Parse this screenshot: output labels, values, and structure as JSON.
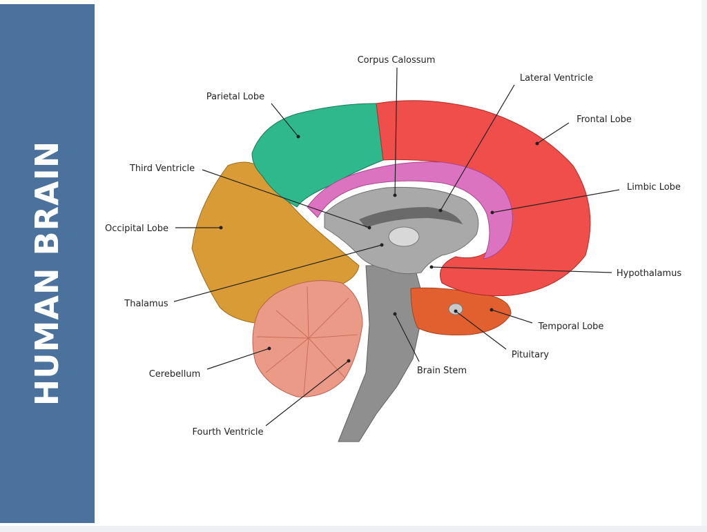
{
  "sidebar": {
    "title": "HUMAN BRAIN"
  },
  "colors": {
    "sidebar": "#4b729c",
    "frontal_lobe": "#ef4e4a",
    "parietal_lobe": "#2fb88c",
    "occipital_lobe": "#d99b36",
    "temporal_lobe": "#e2602f",
    "limbic_lobe": "#dc73c0",
    "cerebellum": "#ec9a88",
    "brain_stem": "#8f8f8f"
  },
  "labels": {
    "corpus_callosum": "Corpus Calossum",
    "lateral_ventricle": "Lateral Ventricle",
    "parietal_lobe": "Parietal Lobe",
    "frontal_lobe": "Frontal Lobe",
    "third_ventricle": "Third Ventricle",
    "limbic_lobe": "Limbic Lobe",
    "occipital_lobe": "Occipital Lobe",
    "hypothalamus": "Hypothalamus",
    "thalamus": "Thalamus",
    "temporal_lobe": "Temporal Lobe",
    "pituitary": "Pituitary",
    "cerebellum": "Cerebellum",
    "brain_stem": "Brain Stem",
    "fourth_ventricle": "Fourth Ventricle"
  }
}
